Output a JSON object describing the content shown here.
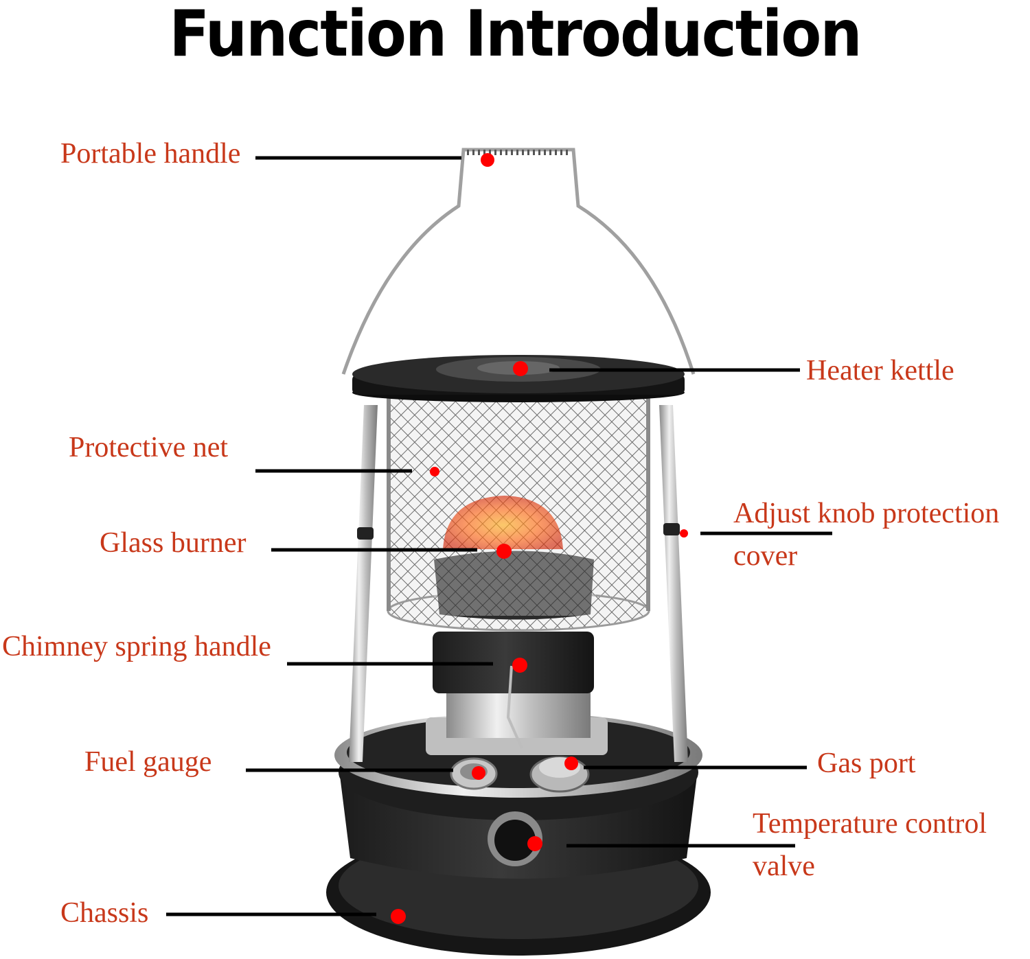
{
  "title": "Function Introduction",
  "colors": {
    "label": "#c8381a",
    "marker": "#ff0000",
    "leader_line": "#000000"
  },
  "labels": {
    "portable_handle": "Portable handle",
    "heater_kettle": "Heater kettle",
    "protective_net": "Protective net",
    "adjust_knob_line1": "Adjust knob protection",
    "adjust_knob_line2": "cover",
    "glass_burner": "Glass burner",
    "chimney_spring_handle": "Chimney spring handle",
    "fuel_gauge": "Fuel gauge",
    "gas_port": "Gas port",
    "temperature_valve_line1": "Temperature control",
    "temperature_valve_line2": "valve",
    "chassis": "Chassis"
  }
}
